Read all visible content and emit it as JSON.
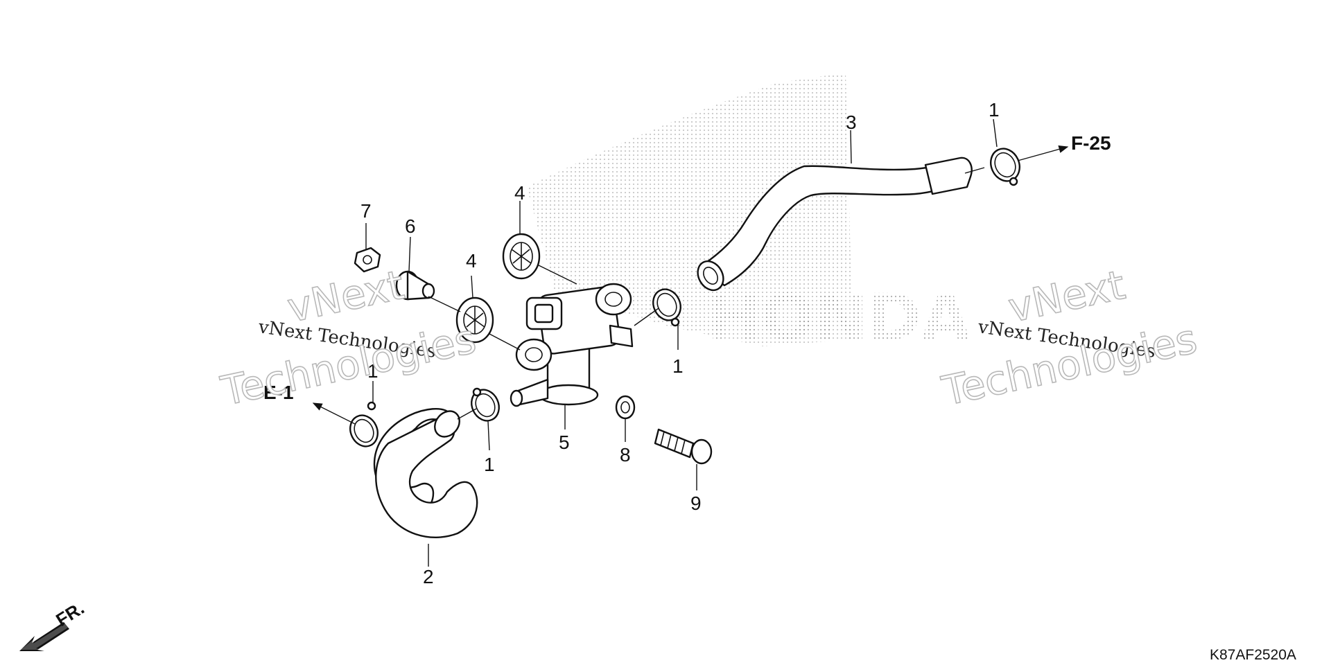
{
  "diagram": {
    "callouts": [
      {
        "id": "c3",
        "label": "3"
      },
      {
        "id": "c1a",
        "label": "1"
      },
      {
        "id": "c7",
        "label": "7"
      },
      {
        "id": "c6",
        "label": "6"
      },
      {
        "id": "c4a",
        "label": "4"
      },
      {
        "id": "c4b",
        "label": "4"
      },
      {
        "id": "c1b",
        "label": "1"
      },
      {
        "id": "c1c",
        "label": "1"
      },
      {
        "id": "c1d",
        "label": "1"
      },
      {
        "id": "c5",
        "label": "5"
      },
      {
        "id": "c8",
        "label": "8"
      },
      {
        "id": "c9",
        "label": "9"
      },
      {
        "id": "c2",
        "label": "2"
      }
    ],
    "ref_right": "F-25",
    "ref_left": "E-1",
    "front_label": "FR.",
    "diagram_code": "K87AF2520A",
    "brand_ghost": "HONDA",
    "watermarks": {
      "small_left": "vNext Technologies",
      "small_right": "vNext Technologies",
      "big_line1": "vNext",
      "big_line2": "Technologies"
    }
  }
}
